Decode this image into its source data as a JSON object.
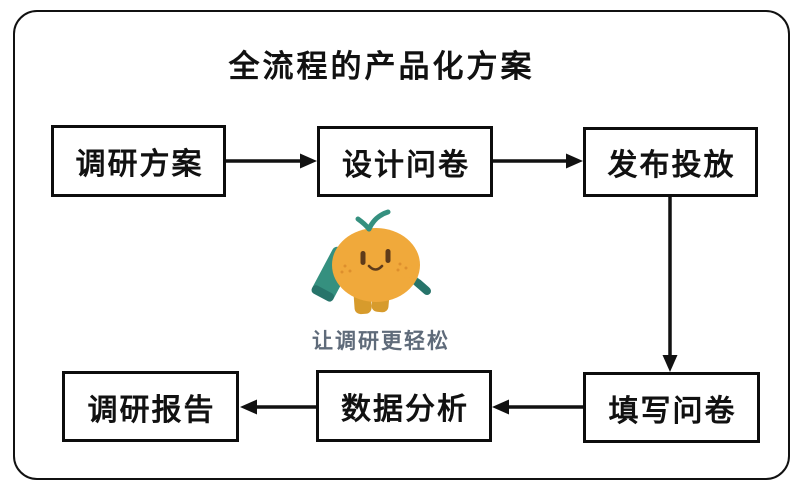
{
  "page": {
    "title": "全流程的产品化方案",
    "background_color": "#ffffff",
    "frame_border_color": "#111111"
  },
  "flow": {
    "nodes": [
      {
        "id": "research-plan",
        "label": "调研方案"
      },
      {
        "id": "design-survey",
        "label": "设计问卷"
      },
      {
        "id": "publish-deploy",
        "label": "发布投放"
      },
      {
        "id": "fill-survey",
        "label": "填写问卷"
      },
      {
        "id": "data-analysis",
        "label": "数据分析"
      },
      {
        "id": "research-report",
        "label": "调研报告"
      }
    ],
    "edges": [
      {
        "from": "调研方案",
        "to": "设计问卷",
        "direction": "right"
      },
      {
        "from": "设计问卷",
        "to": "发布投放",
        "direction": "right"
      },
      {
        "from": "发布投放",
        "to": "填写问卷",
        "direction": "down"
      },
      {
        "from": "填写问卷",
        "to": "数据分析",
        "direction": "left"
      },
      {
        "from": "数据分析",
        "to": "调研报告",
        "direction": "left"
      }
    ],
    "edge_color": "#111111"
  },
  "mascot": {
    "tagline": "让调研更轻松",
    "colors": {
      "body": "#F0A93B",
      "boots": "#D79B2C",
      "teal": "#35907F",
      "teal_dark": "#27746A",
      "face": "#5E3B1A",
      "freckle": "#DD8F2D",
      "tagline_text": "#5f6b7a"
    }
  }
}
